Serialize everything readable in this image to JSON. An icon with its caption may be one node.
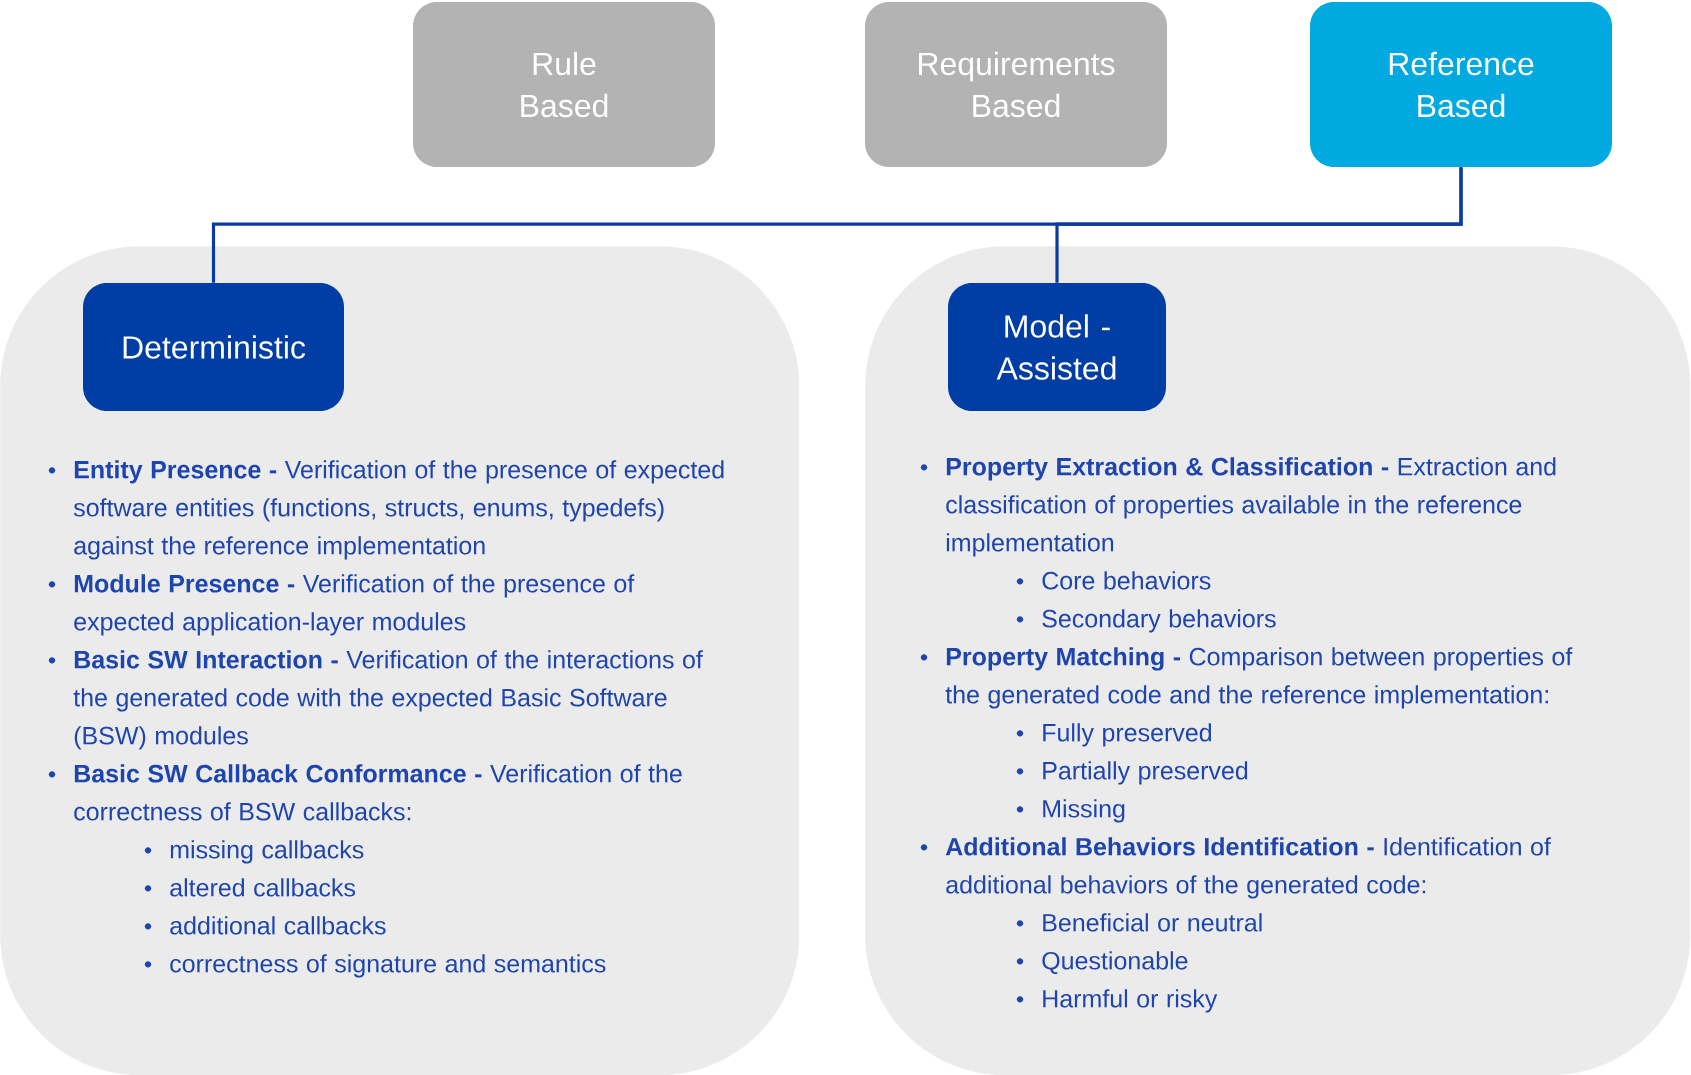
{
  "diagram": {
    "nodes": [
      {
        "text": [
          "Rule Based"
        ]
      },
      {
        "text": [
          "Requirements Based"
        ]
      },
      {
        "text": [
          "Reference Based"
        ]
      },
      {
        "text": [
          "**Entity Presence -** Verification of the presence of expected software entities (functions, structs, enums, typedefs) against the reference implementation",
          "**Module Presence -** Verification of the presence of expected application-layer modules",
          "**Basic SW Interaction -** Verification of the interactions of the generated code with the expected Basic Software (BSW) modules",
          "**Basic SW Callback Conformance -** Verification of the correctness of BSW callbacks:",
          "missing callbacks",
          "altered callbacks",
          "additional callbacks",
          "correctness of signature and semantics"
        ]
      },
      {
        "text": [
          "Deterministic"
        ],
        "in": 3
      },
      {
        "text": [
          "**Property Extraction & Classification -** Extraction and classification of properties available in the reference implementation",
          "Core behaviors",
          "Secondary behaviors",
          "**Property Matching -** Comparison between properties of the generated code and the reference implementation:",
          "Fully preserved",
          "Partially preserved",
          "Missing",
          "**Additional Behaviors Identification -** Identification of additional behaviors of the generated code:",
          "Beneficial or neutral",
          "Questionable",
          "Harmful or risky"
        ]
      },
      {
        "text": [
          "Model - Assisted"
        ],
        "in": 5
      }
    ],
    "edges": [
      {
        "from": 2,
        "to": 4,
        "arrow": "none"
      },
      {
        "from": 2,
        "to": 6,
        "arrow": "none"
      }
    ]
  }
}
